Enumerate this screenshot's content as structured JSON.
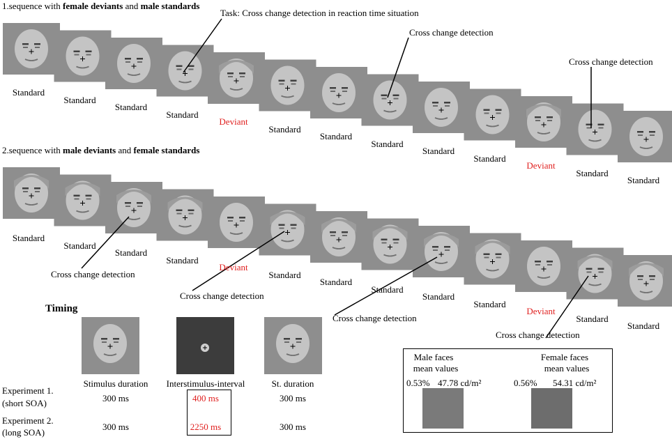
{
  "sequence1": {
    "title_prefix": "1.sequence with ",
    "title_bold1": "female deviants",
    "title_mid": " and ",
    "title_bold2": "male standards",
    "task_annotation": "Task: Cross change detection in reaction time situation",
    "annotations": [
      "Cross change detection",
      "Cross change detection"
    ],
    "labels": [
      "Standard",
      "Standard",
      "Standard",
      "Standard",
      "Deviant",
      "Standard",
      "Standard",
      "Standard",
      "Standard",
      "Standard",
      "Deviant",
      "Standard",
      "Standard"
    ],
    "faces": [
      "male",
      "male",
      "male",
      "male",
      "female",
      "male",
      "male",
      "male",
      "male",
      "male",
      "female",
      "male",
      "male"
    ]
  },
  "sequence2": {
    "title_prefix": "2.sequence with ",
    "title_bold1": "male deviants",
    "title_mid": " and ",
    "title_bold2": "female standards",
    "annotations": [
      "Cross change detection",
      "Cross change detection",
      "Cross change detection",
      "Cross change detection"
    ],
    "labels": [
      "Standard",
      "Standard",
      "Standard",
      "Standard",
      "Deviant",
      "Standard",
      "Standard",
      "Standard",
      "Standard",
      "Standard",
      "Deviant",
      "Standard",
      "Standard"
    ],
    "faces": [
      "female",
      "female",
      "female",
      "female",
      "male",
      "female",
      "female",
      "female",
      "female",
      "female",
      "male",
      "female",
      "female"
    ]
  },
  "timing": {
    "heading": "Timing",
    "columns": [
      "Stimulus duration",
      "Interstimulus-interval",
      "St. duration"
    ],
    "experiments": [
      {
        "line1": "Experiment 1.",
        "line2": "(short SOA)",
        "values": [
          "300 ms",
          "400 ms",
          "300 ms"
        ]
      },
      {
        "line1": "Experiment 2.",
        "line2": "(long SOA)",
        "values": [
          "300 ms",
          "2250 ms",
          "300 ms"
        ]
      }
    ]
  },
  "luminance": {
    "male": {
      "line1": "Male faces",
      "line2": "mean values",
      "percent": "0.53%",
      "value": "47.78 cd/m²",
      "swatch_color": "#7a7a7a"
    },
    "female": {
      "line1": "Female faces",
      "line2": "mean values",
      "percent": "0.56%",
      "value": "54.31 cd/m²",
      "swatch_color": "#6d6d6d"
    }
  },
  "colors": {
    "deviant": "#e0201f",
    "tile_bg": "#8e8e8e",
    "isi_bg": "#3c3c3c",
    "face": "#c4c4c4"
  }
}
